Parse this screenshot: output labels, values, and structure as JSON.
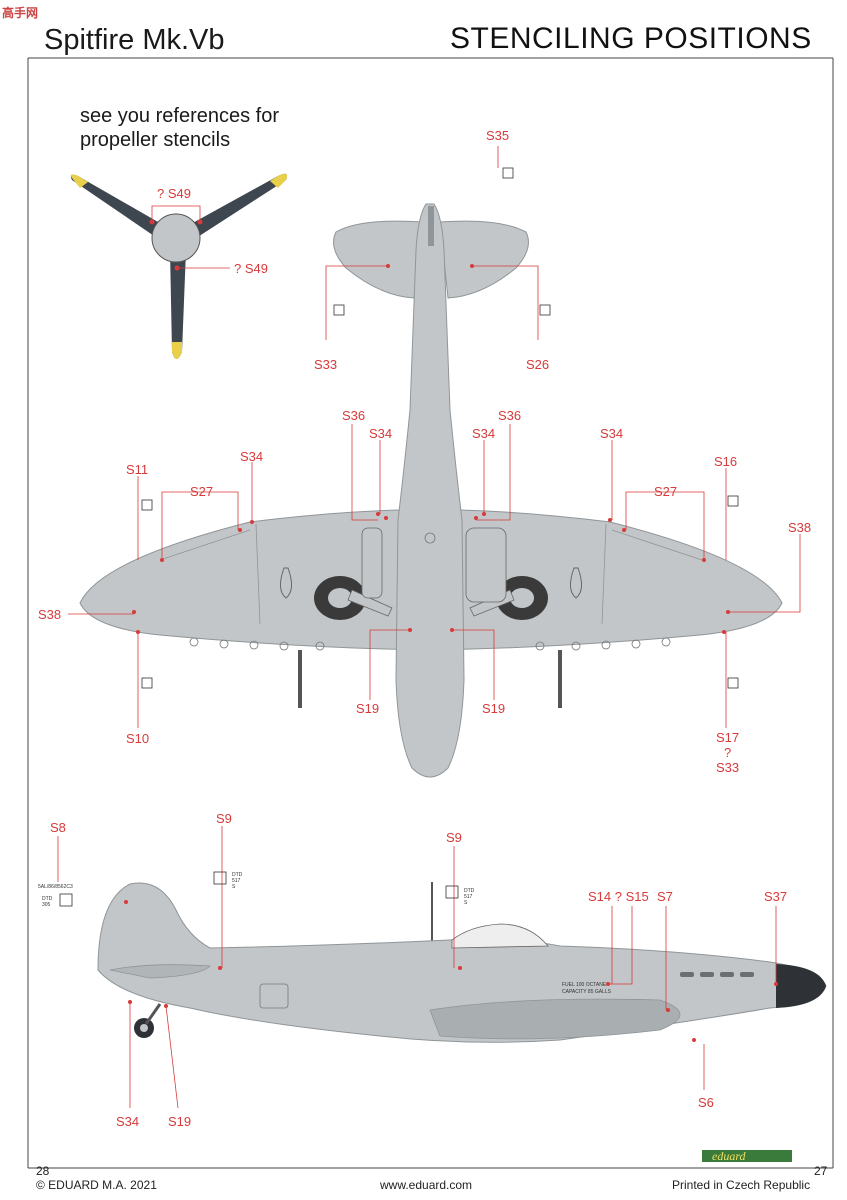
{
  "watermark": "高手网",
  "header": {
    "aircraft": "Spitfire Mk.Vb",
    "section": "STENCILING POSITIONS"
  },
  "note": {
    "line1": "see you references for",
    "line2": "propeller stencils"
  },
  "footer": {
    "page_left": "28",
    "page_right": "27",
    "copyright": "© EDUARD M.A. 2021",
    "website": "www.eduard.com",
    "printed": "Printed in Czech Republic",
    "brand": "eduard"
  },
  "propeller_labels": {
    "upper": "? S49",
    "lower": "? S49"
  },
  "underside_labels": {
    "s35": "S35",
    "s33_tail": "S33",
    "s26": "S26",
    "s36_left": "S36",
    "s34_left_inner": "S34",
    "s34_right_inner": "S34",
    "s36_right": "S36",
    "s34_right_outer": "S34",
    "s34_left_outer": "S34",
    "s11": "S11",
    "s27_left": "S27",
    "s27_right": "S27",
    "s16": "S16",
    "s38_right": "S38",
    "s38_left": "S38",
    "s19_left": "S19",
    "s19_right": "S19",
    "s10": "S10",
    "s17": "S17",
    "q": "?",
    "s33_wing": "S33"
  },
  "side_labels": {
    "s8": "S8",
    "s9_left": "S9",
    "s9_right": "S9",
    "s14_s15": "S14 ? S15",
    "s7": "S7",
    "s37": "S37",
    "s6": "S6",
    "s34": "S34",
    "s19": "S19"
  },
  "stencil_text": {
    "dtd": "DTD",
    "s17": "517",
    "s": "S",
    "code": "5AL/86/8562C3",
    "dtd_305": "305",
    "fuel": "FUEL 100 OCTANE",
    "capacity": "CAPACITY 85 GALLS"
  },
  "colors": {
    "accent": "#d83a3a",
    "aircraft_grey": "#c2c6c8",
    "panel_line": "#8f9598",
    "prop_blade": "#3e4650",
    "prop_tip": "#e8d04a"
  }
}
